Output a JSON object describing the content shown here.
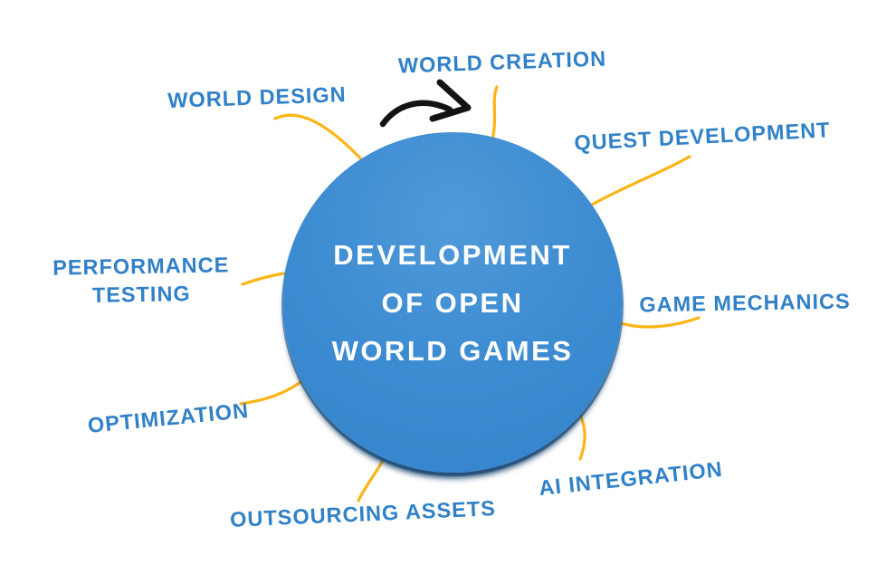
{
  "center": {
    "title_lines": [
      "DEVELOPMENT",
      "OF OPEN",
      "WORLD GAMES"
    ]
  },
  "nodes": [
    {
      "id": "world-design",
      "label": "WORLD DESIGN"
    },
    {
      "id": "world-creation",
      "label": "WORLD CREATION"
    },
    {
      "id": "quest-development",
      "label": "QUEST DEVELOPMENT"
    },
    {
      "id": "game-mechanics",
      "label": "GAME MECHANICS"
    },
    {
      "id": "ai-integration",
      "label": "AI INTEGRATION"
    },
    {
      "id": "outsourcing-assets",
      "label": "OUTSOURCING ASSETS"
    },
    {
      "id": "optimization",
      "label": "OPTIMIZATION"
    },
    {
      "id": "performance-testing",
      "label": "PERFORMANCE TESTING"
    }
  ],
  "colors": {
    "label_blue": "#3181c8",
    "connector_yellow": "#fdb414",
    "arrow_black": "#131313",
    "circle_blue": "#3a88cf",
    "circle_rim": "#1c4873",
    "circle_text": "#ffffff",
    "page_bg": "#ffffff"
  }
}
